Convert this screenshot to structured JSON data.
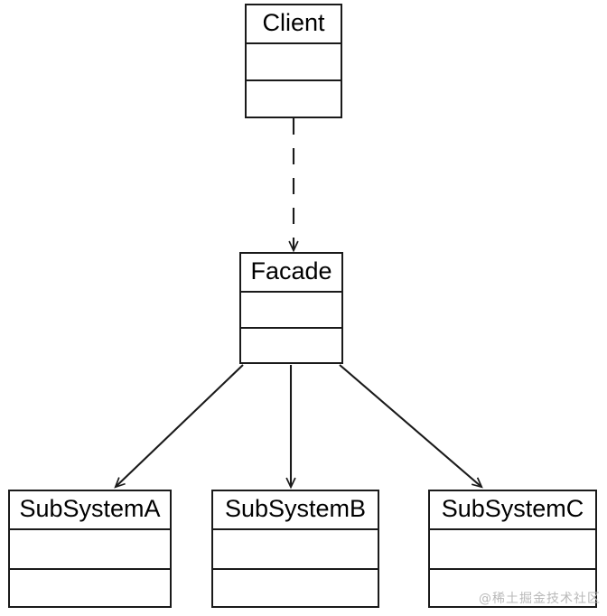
{
  "diagram": {
    "kind": "uml-class-diagram",
    "pattern_name": "Facade",
    "background_color": "#ffffff",
    "stroke_color": "#1a1a1a",
    "text_color": "#000000",
    "classes": [
      {
        "id": "client",
        "name": "Client",
        "attributes": "",
        "operations": ""
      },
      {
        "id": "facade",
        "name": "Facade",
        "attributes": "",
        "operations": ""
      },
      {
        "id": "subsystem_a",
        "name": "SubSystemA",
        "attributes": "",
        "operations": ""
      },
      {
        "id": "subsystem_b",
        "name": "SubSystemB",
        "attributes": "",
        "operations": ""
      },
      {
        "id": "subsystem_c",
        "name": "SubSystemC",
        "attributes": "",
        "operations": ""
      }
    ],
    "edges": [
      {
        "id": "client-to-facade",
        "from": "Client",
        "to": "Facade",
        "style": "dashed",
        "arrowhead": "open",
        "label": ""
      },
      {
        "id": "facade-to-subsystem-a",
        "from": "Facade",
        "to": "SubSystemA",
        "style": "solid",
        "arrowhead": "open",
        "label": ""
      },
      {
        "id": "facade-to-subsystem-b",
        "from": "Facade",
        "to": "SubSystemB",
        "style": "solid",
        "arrowhead": "open",
        "label": ""
      },
      {
        "id": "facade-to-subsystem-c",
        "from": "Facade",
        "to": "SubSystemC",
        "style": "solid",
        "arrowhead": "open",
        "label": ""
      }
    ]
  },
  "watermark": {
    "text": "@稀土掘金技术社区",
    "color": "#b9b9b9"
  }
}
